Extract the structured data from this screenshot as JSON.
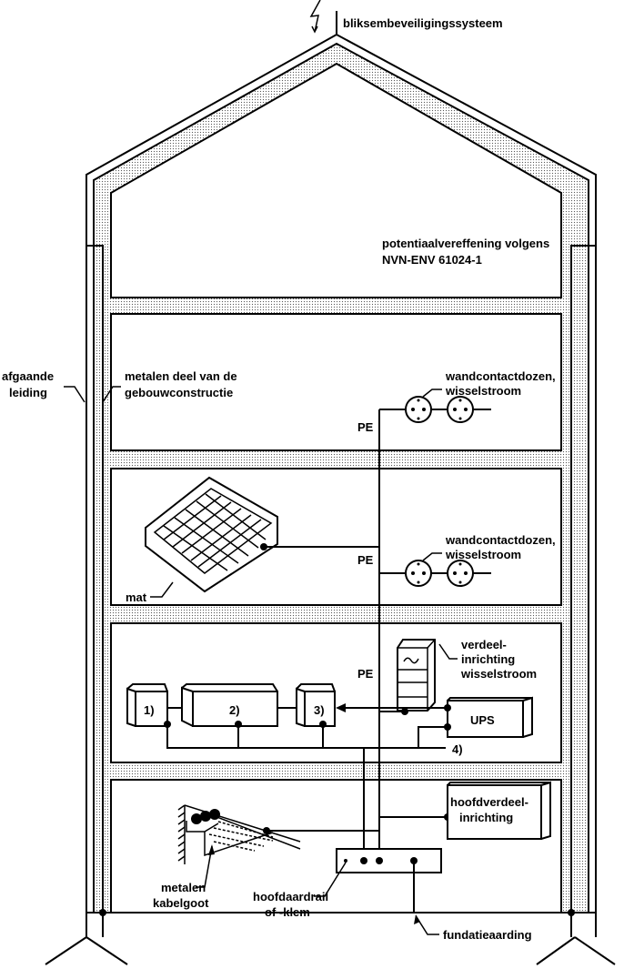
{
  "labels": {
    "lightning": "bliksembeveiligingssysteem",
    "equipotential_1": "potentiaalvereffening volgens",
    "equipotential_2": "NVN-ENV 61024-1",
    "outgoing_1": "afgaande",
    "outgoing_2": "leiding",
    "metal_part_1": "metalen deel van de",
    "metal_part_2": "gebouwconstructie",
    "sockets_1": "wandcontactdozen,",
    "sockets_2": "wisselstroom",
    "pe": "PE",
    "mat": "mat",
    "distribution_1": "verdeel-",
    "distribution_2": "inrichting",
    "distribution_3": "wisselstroom",
    "box1": "1)",
    "box2": "2)",
    "box3": "3)",
    "ups": "UPS",
    "bus": "4)",
    "main_dist_1": "hoofdverdeel-",
    "main_dist_2": "inrichting",
    "cable_tray_1": "metalen",
    "cable_tray_2": "kabelgoot",
    "main_earth_1": "hoofdaardrail",
    "main_earth_2": "of -klem",
    "foundation": "fundatieaarding"
  }
}
